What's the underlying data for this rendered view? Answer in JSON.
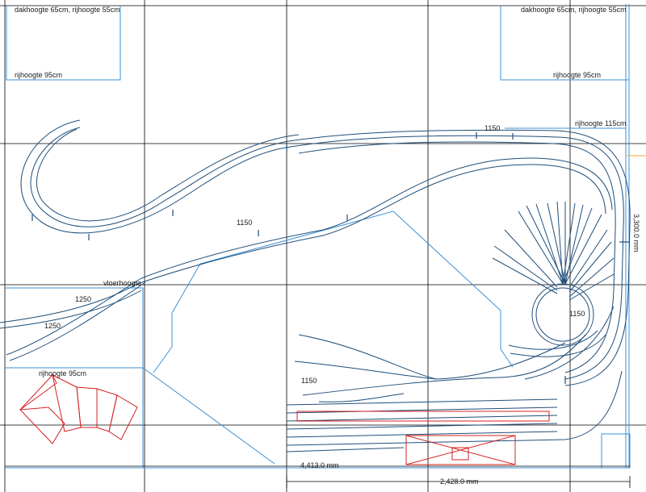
{
  "labels": {
    "roof_left": "dakhoogte 65cm, rijhoogte 55cm",
    "roof_right": "dakhoogte 65cm, rijhoogte 55cm",
    "ride_left_top": "rijhoogte 95cm",
    "ride_right_top": "rijhoogte 95cm",
    "ride_right_115": "rijhoogte 115cm",
    "ride_bottom_left": "rijhoogte 95cm",
    "floor": "vloerhoogte",
    "h1150_top": "1150",
    "h1150_mid": "1150",
    "h1150_turntable": "1150",
    "h1150_yard": "1150",
    "h1250_a": "1250",
    "h1250_b": "1250"
  },
  "dimensions": {
    "width_total": "4,413.0 mm",
    "width_right": "2,428.0 mm",
    "height_right": "3,300.0 mm"
  },
  "colors": {
    "track": "#1f4e79",
    "grid": "#000000",
    "room": "#3b8fd4",
    "building": "#d42020",
    "accent": "#f0a030"
  }
}
